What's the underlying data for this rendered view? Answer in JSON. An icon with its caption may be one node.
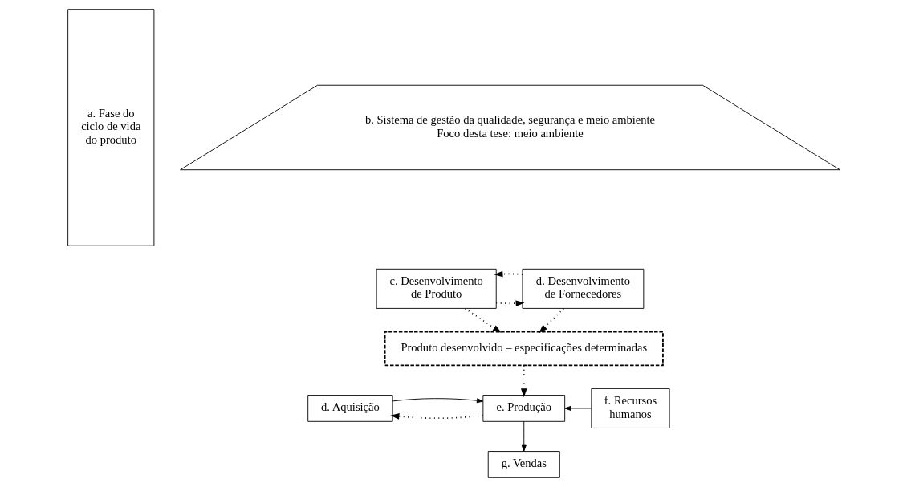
{
  "diagram": {
    "nodes": [
      {
        "text": [
          "a. Fase do ciclo de vida do produto"
        ]
      },
      {
        "text": [
          "b. Sistema de gestão da qualidade, segurança e meio ambiente",
          "Foco desta tese: meio ambiente"
        ]
      },
      {
        "text": [
          "c. Desenvolvimento de Produto"
        ]
      },
      {
        "text": [
          "d. Desenvolvimento de Fornecedores"
        ]
      },
      {
        "text": [
          "Produto desenvolvido – especificações determinadas"
        ]
      },
      {
        "text": [
          "d. Aquisição"
        ]
      },
      {
        "text": [
          "e. Produção"
        ]
      },
      {
        "text": [
          "f. Recursos humanos"
        ]
      },
      {
        "text": [
          "g. Vendas"
        ]
      }
    ],
    "edges": [
      {
        "from": 2,
        "to": 3,
        "arrow": "to",
        "style": "dashed"
      },
      {
        "from": 3,
        "to": 2,
        "arrow": "to",
        "style": "dashed"
      },
      {
        "from": 2,
        "to": 4,
        "arrow": "to",
        "style": "dashed"
      },
      {
        "from": 3,
        "to": 4,
        "arrow": "to",
        "style": "dashed"
      },
      {
        "from": 4,
        "to": 6,
        "arrow": "to",
        "style": "dashed"
      },
      {
        "from": 6,
        "to": 5,
        "arrow": "to",
        "style": "dashed"
      },
      {
        "from": 5,
        "to": 6,
        "arrow": "to"
      },
      {
        "from": 7,
        "to": 6,
        "arrow": "to"
      },
      {
        "from": 6,
        "to": 8,
        "arrow": "to"
      }
    ]
  }
}
